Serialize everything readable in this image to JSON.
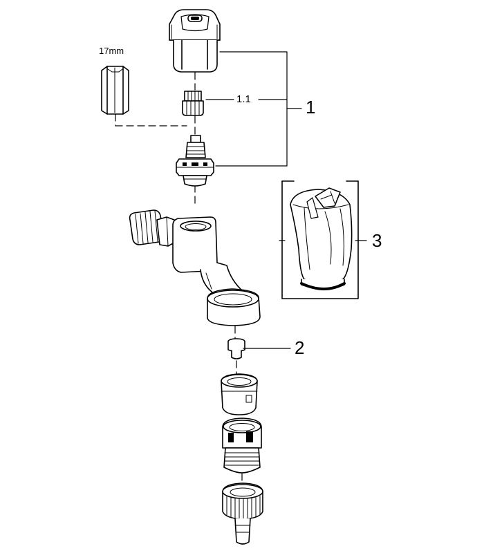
{
  "labels": {
    "wrench_size": "17mm",
    "part_1_1": "1.1",
    "part_1": "1",
    "part_2": "2",
    "part_3": "3"
  },
  "parts": [
    {
      "id": "1",
      "components": [
        "cap-handle",
        "insert-core",
        "headpart-cartridge"
      ]
    },
    {
      "id": "1.1",
      "components": [
        "insert-core"
      ]
    },
    {
      "id": "2",
      "components": [
        "backflow-valve"
      ]
    },
    {
      "id": "3",
      "components": [
        "lockable-handle"
      ]
    }
  ]
}
